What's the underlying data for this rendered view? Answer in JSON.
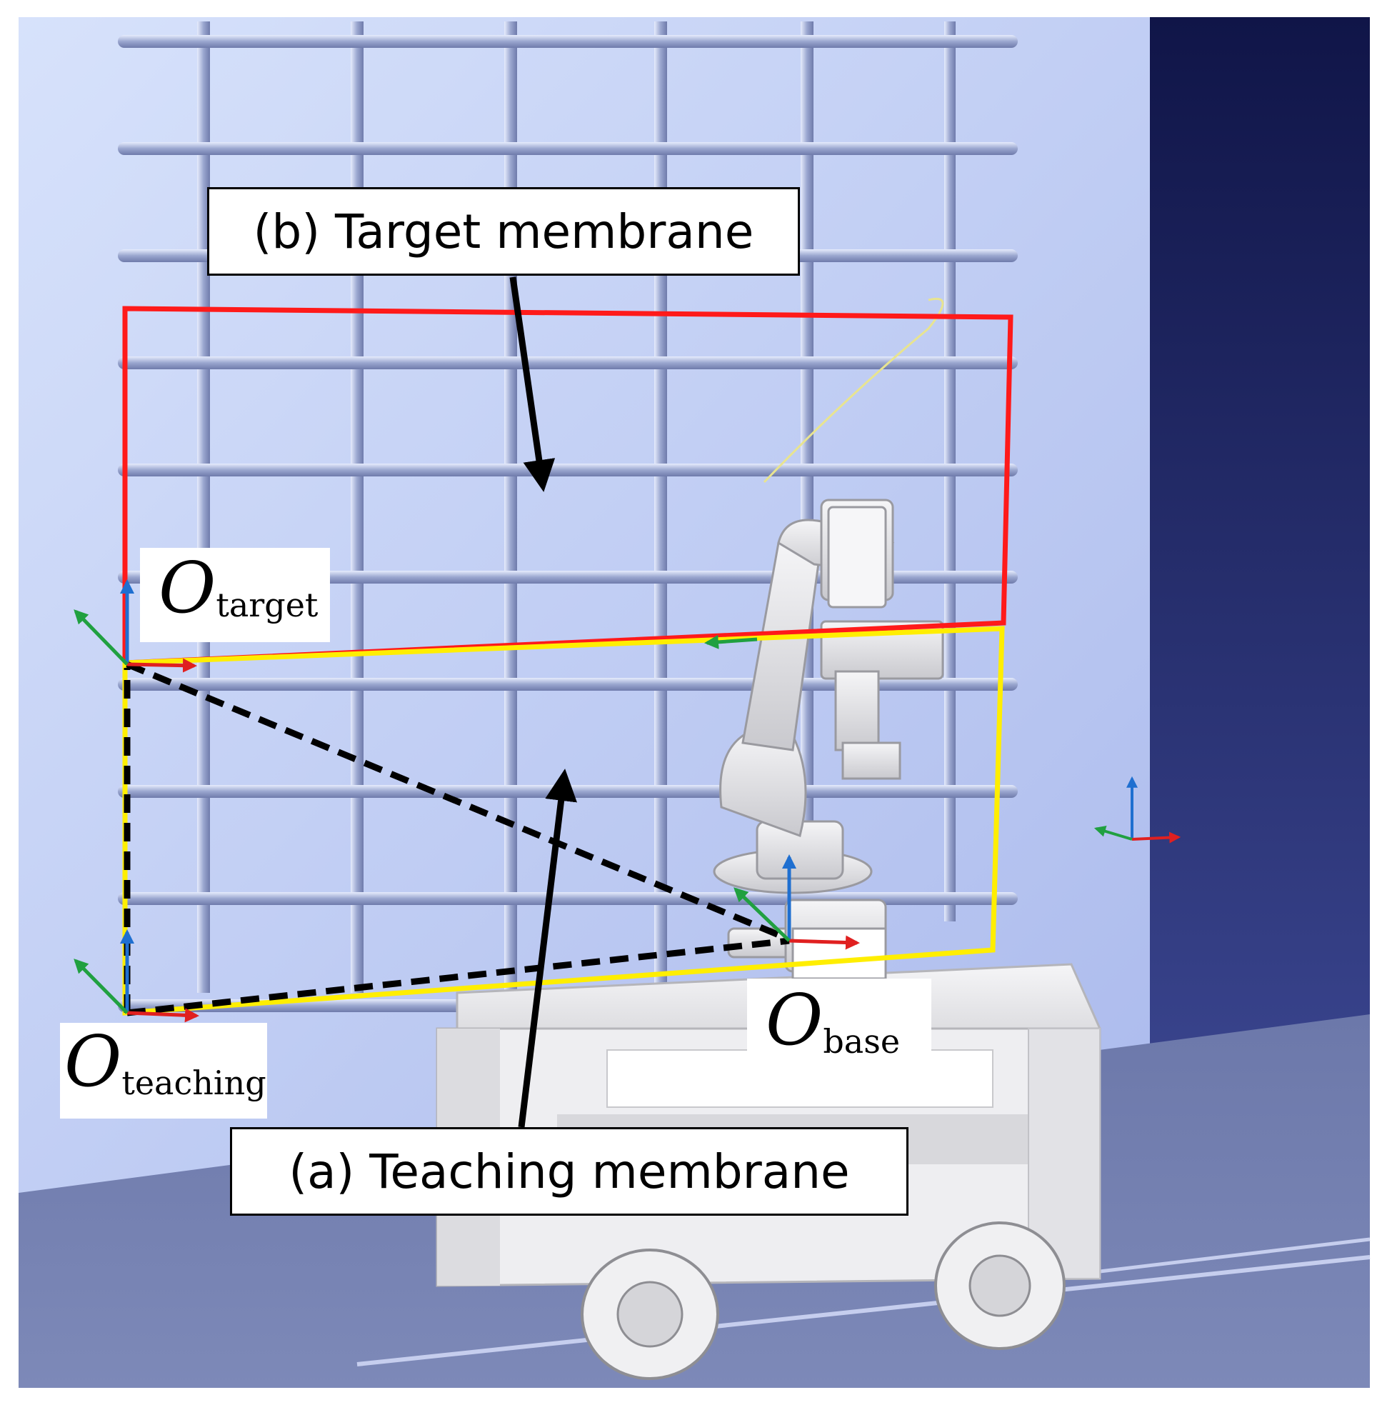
{
  "labels": {
    "target_membrane": "(b) Target membrane",
    "teaching_membrane": "(a) Teaching membrane",
    "o_target": {
      "symbol": "O",
      "subscript": "target"
    },
    "o_teaching": {
      "symbol": "O",
      "subscript": "teaching"
    },
    "o_base": {
      "symbol": "O",
      "subscript": "base"
    }
  },
  "colors": {
    "target_membrane_outline": "#ff1a1a",
    "teaching_membrane_outline": "#ffee00",
    "axis_x": "#e02020",
    "axis_y": "#20a040",
    "axis_z": "#1f6fd0",
    "dashed_link": "#000000",
    "wall": "#c8d6f6",
    "grid_bar": "#9aa6cf",
    "floor": "#7480b0",
    "dark_panel": "#1c2256",
    "robot": "#e9e9ec"
  },
  "icons": [
    "coordinate-frame-icon",
    "robot-arm-icon",
    "mobile-platform-icon",
    "mecanum-wheel-icon"
  ]
}
